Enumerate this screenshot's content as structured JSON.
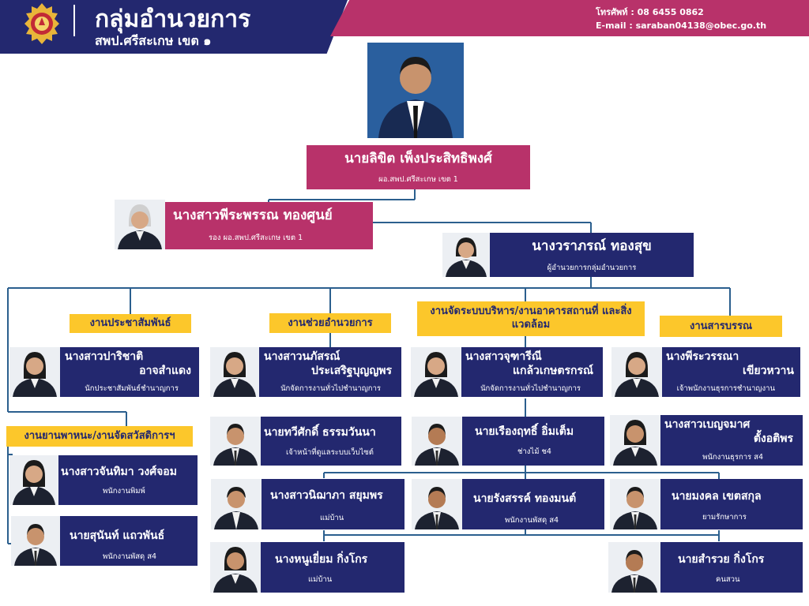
{
  "header": {
    "title": "กลุ่มอำนวยการ",
    "subtitle": "สพป.ศรีสะเกษ เขต ๑",
    "phone": "โทรศัพท์ : 08 6455 0862",
    "email": "E-mail : saraban04138@obec.go.th"
  },
  "director": {
    "name": "นายลิขิต เพ็งประสิทธิพงศ์",
    "position": "ผอ.สพป.ศรีสะเกษ เขต 1"
  },
  "deputy": {
    "name": "นางสาวพีระพรรณ ทองศูนย์",
    "position": "รอง ผอ.สพป.ศรีสะเกษ เขต 1"
  },
  "group_head": {
    "name": "นางวราภรณ์ ทองสุข",
    "position": "ผู้อำนวยการกลุ่มอำนวยการ"
  },
  "sections": {
    "pr": "งานประชาสัมพันธ์",
    "assist": "งานช่วยอำนวยการ",
    "admin": "งานจัดระบบบริหาร/งานอาคารสถานที่ และสิ่งแวดล้อม",
    "docs": "งานสารบรรณ",
    "vehicle": "งานยานพาหนะ/งานจัดสวัสดิการฯ"
  },
  "staff": {
    "parichat": {
      "name1": "นางสาวปาริชาติ",
      "name2": "อาจสำแดง",
      "position": "นักประชาสัมพันธ์ชำนาญการ"
    },
    "naphat": {
      "name1": "นางสาวนภัสรณ์",
      "name2": "ประเสริฐบุญญพร",
      "position": "นักจัดการงานทั่วไปชำนาญการ"
    },
    "chutharee": {
      "name1": "นางสาวจุฑารีณี",
      "name2": "แกล้วเกษตรกรณ์",
      "position": "นักจัดการงานทั่วไปชำนาญการ"
    },
    "peerawanna": {
      "name1": "นางพีระวรรณา",
      "name2": "เขียวหวาน",
      "position": "เจ้าพนักงานธุรการชำนาญงาน"
    },
    "chantima": {
      "name": "นางสาวจันทิมา วงศ์จอม",
      "position": "พนักงานพิมพ์"
    },
    "sunan": {
      "name": "นายสุนันท์ แถวพันธ์",
      "position": "พนักงานพัสดุ ส4"
    },
    "thawisak": {
      "name": "นายทวีศักดิ์ ธรรมวันนา",
      "position": "เจ้าหน้าที่ดูแลระบบเว็บไซต์"
    },
    "nipapa": {
      "name": "นางสาวนิฌาภา สยุมพร",
      "position": "แม่บ้าน"
    },
    "nuyiam": {
      "name": "นางหนูเยี่ยม กิ่งโกร",
      "position": "แม่บ้าน"
    },
    "rueangrit": {
      "name": "นายเรืองฤทธิ์ อิ่มเต็ม",
      "position": "ช่างไม้ ช4"
    },
    "rangsan": {
      "name": "นายรังสรรค์ ทองมนต์",
      "position": "พนักงานพัสดุ ส4"
    },
    "benjamas": {
      "name1": "นางสาวเบญจมาศ",
      "name2": "ตั้งอติพร",
      "position": "พนักงานธุรการ ส4"
    },
    "mongkol": {
      "name": "นายมงคล เขตสกุล",
      "position": "ยามรักษาการ"
    },
    "samruay": {
      "name": "นายสำรวย กิ่งโกร",
      "position": "คนสวน"
    }
  }
}
